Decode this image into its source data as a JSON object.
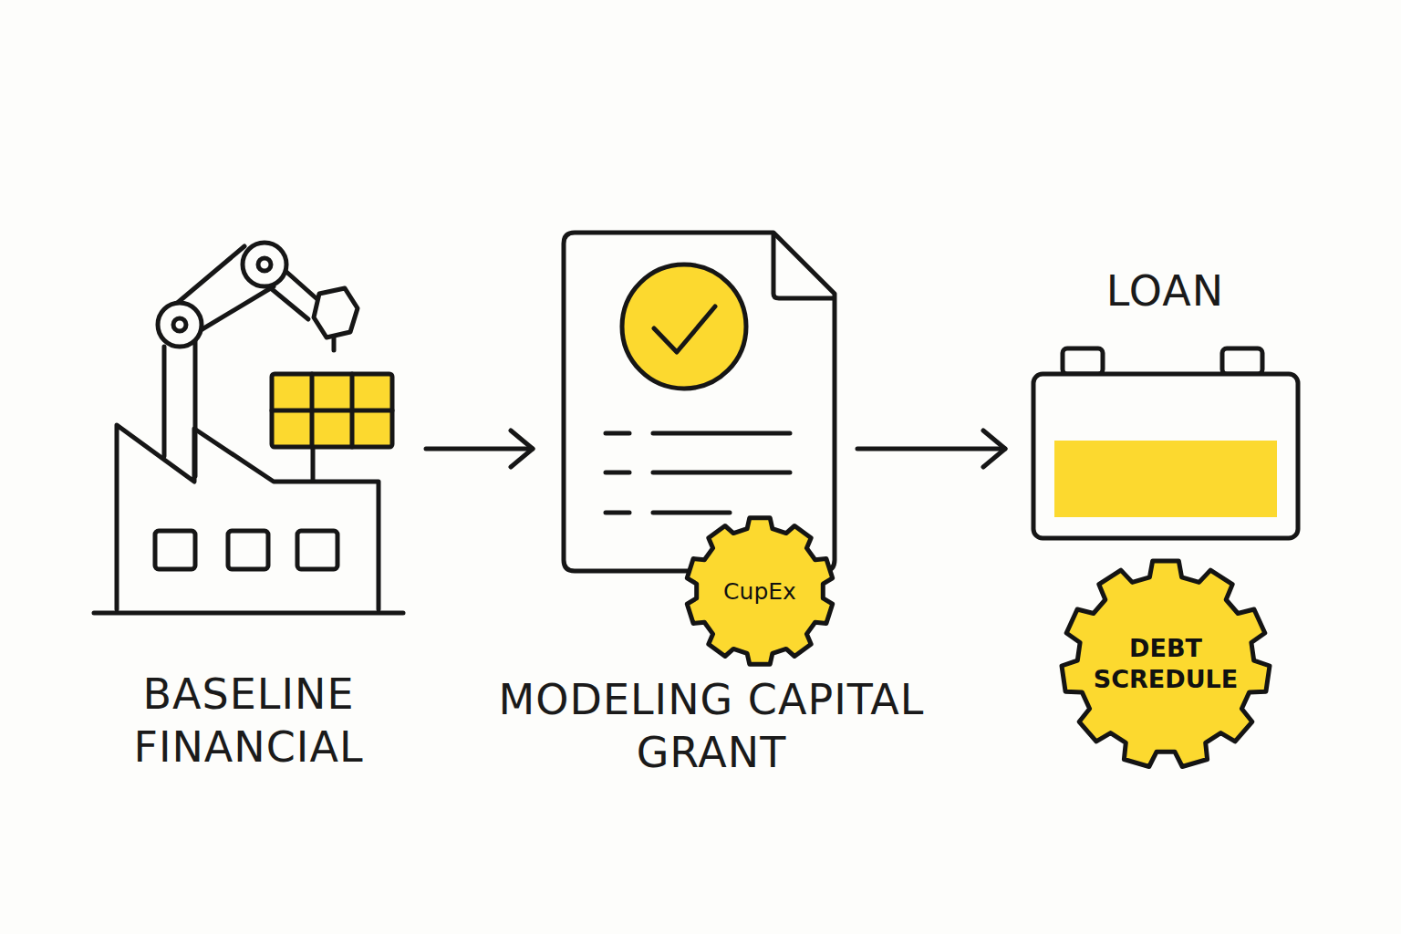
{
  "diagram": {
    "nodes": [
      {
        "text": [
          "BASELINE FINANCIAL"
        ]
      },
      {
        "text": [
          "MODELING CAPITAL GRANT"
        ]
      },
      {
        "text": [
          "CupEx"
        ]
      },
      {
        "text": [
          "LOAN"
        ]
      },
      {
        "text": [
          "DEBT SCREDULE"
        ]
      }
    ],
    "edges": [
      {
        "from": 0,
        "to": 1,
        "arrow": "to"
      },
      {
        "from": 1,
        "to": 3,
        "arrow": "to"
      }
    ]
  }
}
